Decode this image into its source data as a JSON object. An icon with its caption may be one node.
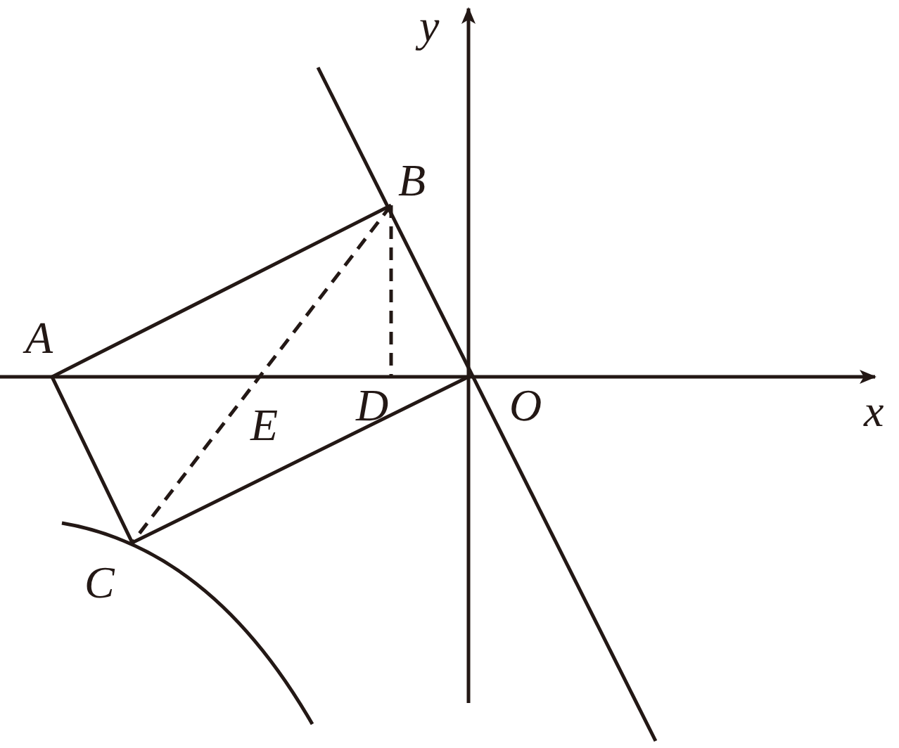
{
  "diagram": {
    "labels": [
      "y",
      "B",
      "A",
      "E",
      "D",
      "O",
      "x",
      "C"
    ]
  }
}
